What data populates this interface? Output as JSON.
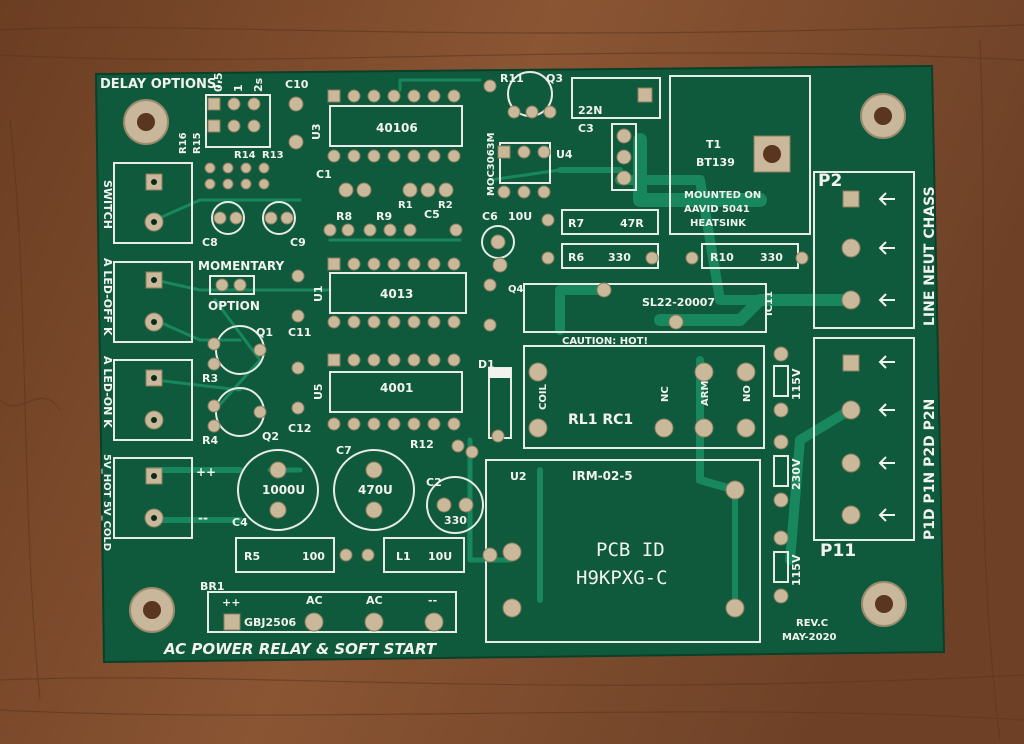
{
  "board": {
    "title": "AC POWER RELAY & SOFT START",
    "revision": "REV.C",
    "date": "MAY-2020",
    "pcb_id_label": "PCB ID",
    "pcb_id_value": "H9KPXG-C",
    "colors": {
      "soldermask": "#0f5a3c",
      "silkscreen": "#f2f2ee",
      "copper_pad": "#c9b89a",
      "wood": "#7a4a2c"
    }
  },
  "delay": {
    "label": "DELAY OPTIONS:",
    "options": [
      "0.5",
      "1",
      "2s"
    ]
  },
  "connectors_left": [
    {
      "label": "SWITCH"
    },
    {
      "label": "A LED-OFF K"
    },
    {
      "label": "A LED-ON K"
    },
    {
      "label": "5V_HOT 5V_COLD"
    }
  ],
  "connectors_right": {
    "p2_label": "P2",
    "p2_text": "LINE NEUT CHASS",
    "p11_label": "P11",
    "p11_text": "P1D P1N P2D P2N"
  },
  "components": {
    "u3": "U3",
    "ic_40106": "40106",
    "u4": "U4",
    "moc": "MOC3063M",
    "u1": "U1",
    "ic_4013": "4013",
    "u5": "U5",
    "ic_4001": "4001",
    "t1": "T1",
    "t1_part": "BT139",
    "mounted1": "MOUNTED ON",
    "mounted2": "AAVID 5041",
    "mounted3": "HEATSINK",
    "r7": "R7",
    "r7_val": "47R",
    "r6": "R6",
    "r6_val": "330",
    "r10": "R10",
    "r10_val": "330",
    "ic11": "IC11",
    "sl22": "SL22-20007",
    "caution": "CAUTION: HOT!",
    "rl1": "RL1 RC1",
    "coil": "COIL",
    "nc": "NC",
    "arm": "ARM",
    "no": "NO",
    "u2": "U2",
    "irm": "IRM-02-5",
    "v115a": "115V",
    "v230": "230V",
    "v115b": "115V",
    "c4": "C4",
    "c4_val": "1000U",
    "c7": "C7",
    "c7_val": "470U",
    "c2": "C2",
    "c2_val": "330",
    "r5": "R5",
    "r5_val": "100",
    "l1": "L1",
    "l1_val": "10U",
    "br1": "BR1",
    "gbj": "GBJ2506",
    "pp": "++",
    "ac1": "AC",
    "ac2": "AC",
    "mm": "--",
    "momentary": "MOMENTARY",
    "option": "OPTION",
    "r11": "R11",
    "q3": "Q3",
    "c3": "C3",
    "c3_val": "22N",
    "c10": "C10",
    "c1": "C1",
    "c8": "C8",
    "c9": "C9",
    "r8": "R8",
    "r9": "R9",
    "c5": "C5",
    "c6": "C6",
    "c6_val": "10U",
    "q4": "Q4",
    "d1": "D1",
    "r12": "R12",
    "r1": "R1",
    "r2": "R2",
    "c11": "C11",
    "c12": "C12",
    "q1": "Q1",
    "q2": "Q2",
    "r3": "R3",
    "r4": "R4",
    "r16": "R16",
    "r15": "R15",
    "r14": "R14",
    "r13": "R13"
  }
}
